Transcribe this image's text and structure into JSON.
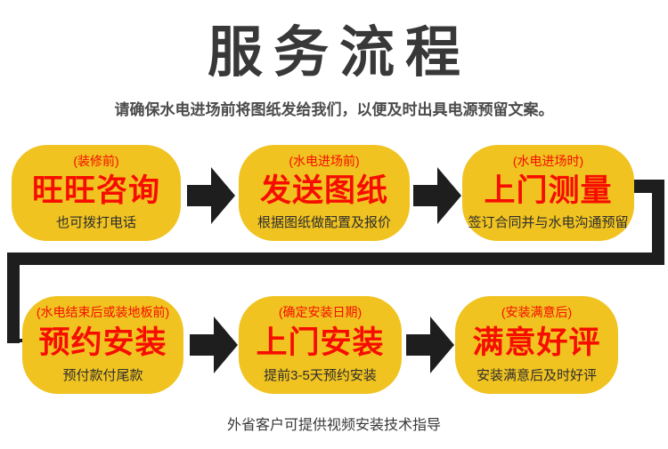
{
  "page": {
    "title": "服务流程",
    "subtitle": "请确保水电进场前将图纸发给我们，以便及时出具电源预留文案。",
    "footer_note": "外省客户可提供视频安装技术指导"
  },
  "colors": {
    "box_yellow": "#F0C320",
    "text_red": "#F60D00",
    "arrow_black": "#1E1E1E",
    "title_gray": "#383838",
    "subtitle_gray": "#4B4B4B",
    "note_gray": "#2E2E2E"
  },
  "steps": [
    {
      "stage": "(装修前)",
      "title": "旺旺咨询",
      "note": "也可拨打电话"
    },
    {
      "stage": "(水电进场前)",
      "title": "发送图纸",
      "note": "根据图纸做配置及报价"
    },
    {
      "stage": "(水电进场时)",
      "title": "上门测量",
      "note": "签订合同并与水电沟通预留"
    },
    {
      "stage": "(水电结束后或装地板前)",
      "title": "预约安装",
      "note": "预付款付尾款"
    },
    {
      "stage": "(确定安装日期)",
      "title": "上门安装",
      "note": "提前3-5天预约安装"
    },
    {
      "stage": "(安装满意后)",
      "title": "满意好评",
      "note": "安装满意后及时好评"
    }
  ]
}
